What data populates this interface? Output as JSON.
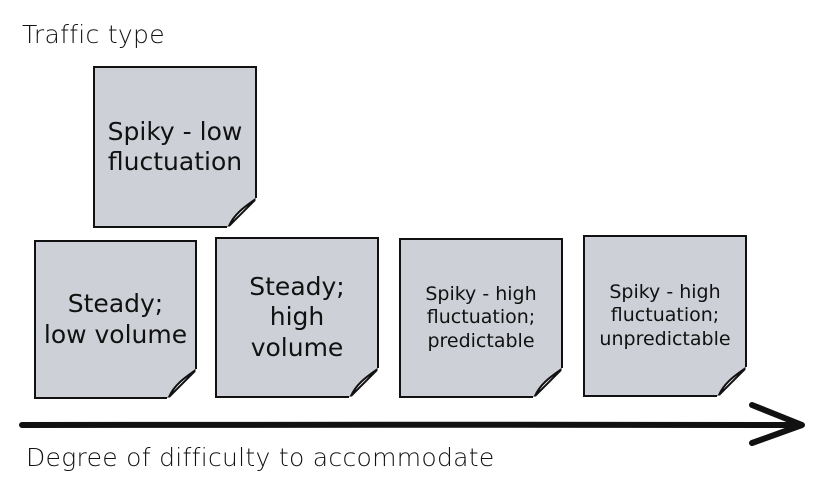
{
  "diagram": {
    "title": "Traffic type",
    "axis_label": "Degree of difficulty to accommodate",
    "notes": [
      {
        "text": "Spiky - low\nfluctuation"
      },
      {
        "text": "Steady;\nlow volume"
      },
      {
        "text": "Steady;\nhigh volume"
      },
      {
        "text": "Spiky - high\nfluctuation;\npredictable"
      },
      {
        "text": "Spiky - high\nfluctuation;\nunpredictable"
      }
    ],
    "colors": {
      "note_fill": "#cdd1d7",
      "ink": "#111111"
    }
  }
}
